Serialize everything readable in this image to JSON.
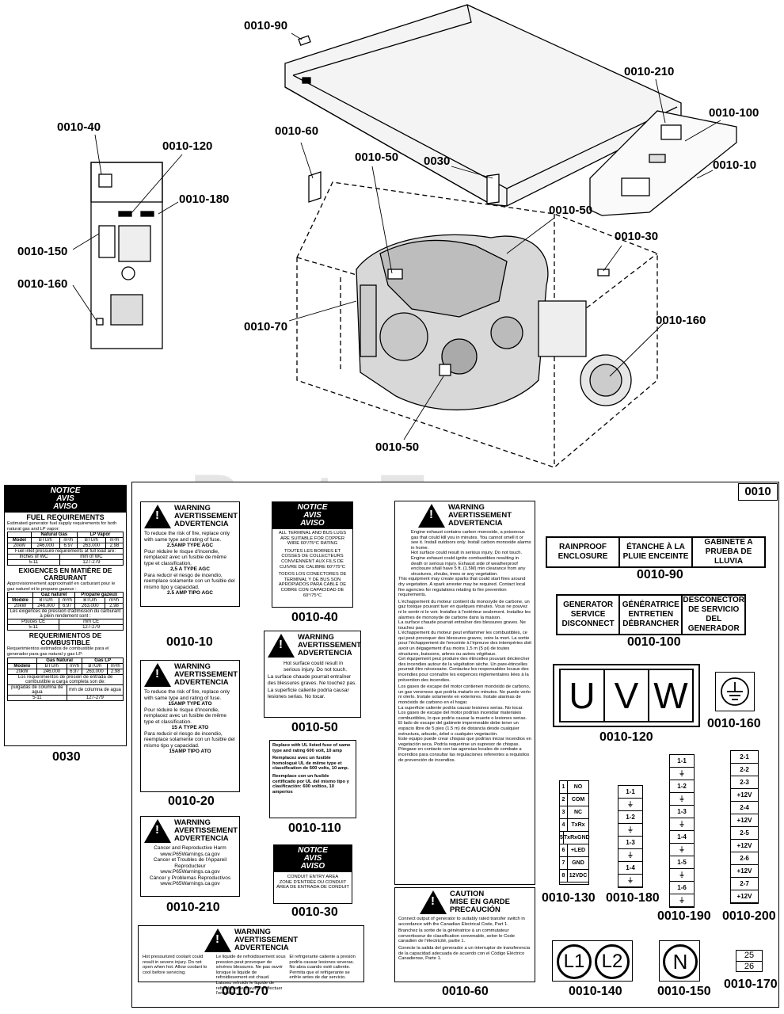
{
  "callouts": {
    "c90": "0010-90",
    "c210": "0010-210",
    "c100": "0010-100",
    "c10": "0010-10",
    "c40": "0010-40",
    "c120": "0010-120",
    "c180": "0010-180",
    "c150": "0010-150",
    "c160a": "0010-160",
    "c60": "0010-60",
    "c50a": "0010-50",
    "c030": "0030",
    "c50b": "0010-50",
    "c30": "0010-30",
    "c70": "0010-70",
    "c160b": "0010-160",
    "c50c": "0010-50"
  },
  "watermark": "PartsTree",
  "kit_number": "0010",
  "notice_fuel": {
    "notice": "NOTICE",
    "avis": "AVIS",
    "aviso": "AVISO",
    "h1": "FUEL REQUIREMENTS",
    "p1": "Estimated generator fuel supply requirements for both natural gas and LP vapor:",
    "t1_h": [
      "",
      "Natural Gas",
      "LP Vapor"
    ],
    "t1_r1": [
      "Model",
      "BTU/h",
      "m³/h",
      "BTU/h",
      "m³/h"
    ],
    "t1_r2": [
      "20kW",
      "246,000",
      "6.97",
      "263,000",
      "2.98"
    ],
    "t1_note": "Fuel inlet pressure requirements at full load are:",
    "t1_r3": [
      "Inches of WC",
      "mm of WC"
    ],
    "t1_r4": [
      "5-11",
      "127-279"
    ],
    "h2": "EXIGENCES EN MATIÈRE DE CARBURANT",
    "p2": "Approvisionnement approximatif en carburant pour le gaz naturel et le propane gazeux :",
    "t2_h": [
      "",
      "Gaz naturel",
      "Propane gazeux"
    ],
    "t2_r1": [
      "Modèle",
      "BTU/h",
      "m³/h",
      "BTU/h",
      "m³/h"
    ],
    "t2_r2": [
      "20kW",
      "246,000",
      "6.97",
      "263,000",
      "2.98"
    ],
    "t2_note": "Les exigences de pression d'admission du carburant à plein rendement sont :",
    "t2_r3": [
      "Pouces CE",
      "mm CE"
    ],
    "t2_r4": [
      "5-11",
      "127-279"
    ],
    "h3": "REQUERIMIENTOS DE COMBUSTIBLE",
    "p3": "Requerimientos estimados de combustible para el generador para gas natural y gas LP:",
    "t3_h": [
      "",
      "Gas Natural",
      "Gas LP"
    ],
    "t3_r1": [
      "Modelo",
      "BTU/h",
      "m³/h",
      "BTU/h",
      "m³/h"
    ],
    "t3_r2": [
      "20kW",
      "246,000",
      "6.97",
      "263,000",
      "2.98"
    ],
    "t3_note": "Los requerimientos de presión de entrada de combustible a carga completa son de:",
    "t3_r3": [
      "pulgadas de columna de agua",
      "mm de columna de agua"
    ],
    "t3_r4": [
      "5-11",
      "127-279"
    ],
    "caption": "0030"
  },
  "label_10": {
    "warning": "WARNING",
    "avert": "AVERTISSEMENT",
    "advert": "ADVERTENCIA",
    "en": "To reduce the risk of fire, replace only with same type and rating of fuse.",
    "en_b": "2.5AMP TYPE AGC",
    "fr": "Pour réduire le risque d'incendie, remplacez avec un fusible de même type et classification.",
    "fr_b": "2,5 A TYPE AGC",
    "es": "Para reducir el riesgo de incendio, reemplace solamente con un fusible del mismo tipo y capacidad.",
    "es_b": "2.5 AMP TIPO AGC",
    "caption": "0010-10"
  },
  "label_20": {
    "warning": "WARNING",
    "avert": "AVERTISSEMENT",
    "advert": "ADVERTENCIA",
    "en": "To reduce the risk of fire, replace only with same type and rating of fuse.",
    "en_b": "15AMP TYPE ATO",
    "fr": "Pour réduire le risque d'incendie, remplacez avec un fusible de même type et classification.",
    "fr_b": "15 A TYPE ATO",
    "es": "Para reducir el riesgo de incendio, reemplace solamente con un fusible del mismo tipo y capacidad.",
    "es_b": "15AMP TIPO ATO",
    "caption": "0010-20"
  },
  "label_210": {
    "warning": "WARNING",
    "avert": "AVERTISSEMENT",
    "advert": "ADVERTENCIA",
    "l1": "Cancer and Reproductive Harm",
    "l2": "www.P65Warnings.ca.gov",
    "l3": "Cancer et Troubles de l'Appareil Reproducteur",
    "l4": "www.P65Warnings.ca.gov",
    "l5": "Cáncer y Problemas Reproductivos",
    "l6": "www.P65Warnings.ca.gov",
    "caption": "0010-210"
  },
  "label_40": {
    "notice": "NOTICE",
    "avis": "AVIS",
    "aviso": "AVISO",
    "en": "ALL TERMINAL AND BUS LUGS ARE SUITABLE FOR COPPER WIRE 60°/75°C RATING",
    "fr": "TOUTES LES BORNES ET COSSES DE COLLECTEURS CONVIENNENT AUX FILS DE CUIVRE DE CALIBRE 60°/75°C",
    "es": "TODOS LOS CONECTORES DE TERMINAL Y DE BUS SON APROPIADOS PARA CABLE DE COBRE CON CAPACIDAD DE 60°/75°C",
    "caption": "0010-40"
  },
  "label_50": {
    "warning": "WARNING",
    "avert": "AVERTISSEMENT",
    "advert": "ADVERTENCIA",
    "en": "Hot surface could result in serious injury. Do not touch.",
    "fr": "La surface chaude pourrait entraîner des blessures graves. Ne touchez pas.",
    "es": "La superficie caliente podría causar lesiones serias. No tocar.",
    "caption": "0010-50"
  },
  "label_110": {
    "en": "Replace with UL listed fuse of same type and rating 600 volt, 10 amp",
    "fr": "Remplacez avec un fusible homologué UL de même type et classification de 600 volts, 10 amp.",
    "es": "Reemplace con un fusible certificado por UL del mismo tipo y clasificación: 600 voltios, 10 amperios",
    "caption": "0010-110"
  },
  "label_30": {
    "notice": "NOTICE",
    "avis": "AVIS",
    "aviso": "AVISO",
    "l1": "CONDUIT ENTRY AREA",
    "l2": "ZONE D'ENTRÉE DU CONDUIT",
    "l3": "ÁREA DE ENTRADA DE CONDUIT",
    "caption": "0010-30"
  },
  "label_70": {
    "warning": "WARNING",
    "avert": "AVERTISSEMENT",
    "advert": "ADVERTENCIA",
    "en": "Hot pressurized coolant could result in severe injury. Do not open when hot. Allow coolant to cool before servicing.",
    "fr": "Le liquide de refroidissement sous pression peut provoquer de sévères blessures. Ne pas ouvrir lorsque le liquide de refroidissement est chaud. Laissez refroidir le liquide de refroidissement avant d'effectuer l'entretien.",
    "es": "El refrigerante caliente a presión podría causar lesiones severas. No abra cuando esté caliente. Permita que el refrigerante se enfríe antes de dar servicio.",
    "caption": "0010-70"
  },
  "label_big": {
    "warning": "WARNING",
    "avert": "AVERTISSEMENT",
    "advert": "ADVERTENCIA",
    "p1": "Engine exhaust contains carbon monoxide, a poisonous gas that could kill you in minutes. You cannot smell it or see it. Install outdoors only. Install carbon monoxide alarms in home.",
    "p2": "Hot surface could result in serious injury. Do not touch.",
    "p3": "Engine exhaust could ignite combustibles resulting in death or serious injury. Exhaust side of weatherproof enclosure shall have 5 ft. (1.5M) min clearance from any structures, shrubs, trees or any vegetation.",
    "p4": "This equipment may create sparks that could start fires around dry vegetation. A spark arrester may be required. Contact local fire agencies for regulations relating to fire prevention requirements.",
    "p5": "L'échappement du moteur contient du monoxyde de carbone, un gaz toxique pouvant tuer en quelques minutes. Vous ne pouvez ni le sentir ni le voir. Installez à l'extérieur seulement. Installez les alarmes de monoxyde de carbone dans la maison.",
    "p6": "La surface chaude pourrait entraîner des blessures graves. Ne touchez pas.",
    "p7": "L'échappement du moteur peut enflammer les combustibles, ce qui peut provoquer des blessures graves, voire la mort. La sortie pour l'échappement de l'enceinte à l'épreuve des intempéries doit avoir un dégagement d'au moins 1,5 m (5 pi) de toutes structures, buissons, arbres ou autres végétaux.",
    "p8": "Cet équipement peut produire des étincelles pouvant déclencher des incendies autour de la végétation sèche. Un pare-étincelles pourrait être nécessaire. Contactez les responsables locaux des incendies pour connaître les exigences réglementaires liées à la prévention des incendies.",
    "p9": "Los gases de escape del motor contienen monóxido de carbono, un gas venenoso que podría matarlo en minutos. No puede verlo ni olerlo. Instale solamente en exteriores. Instale alarmas de monóxido de carbono en el hogar.",
    "p10": "La superficie caliente podría causar lesiones serias. No tocar.",
    "p11": "Los gases de escape del motor podrían incendiar materiales combustibles, lo que podría causar la muerte o lesiones serias. El lado de escape del gabinete impermeable debe tener un espacio libre de 5 pies (1.5 m) de distancia desde cualquier estructura, arbusto, árbol o cualquier vegetación.",
    "p12": "Este equipo puede crear chispas que podrían iniciar incendios en vegetación seca. Podría requerirse un supresor de chispas. Póngase en contacto con las agencias locales de combate a incendios para consultar las regulaciones referentes a requisitos de prevención de incendios."
  },
  "label_60": {
    "caution": "CAUTION",
    "garde": "MISE EN GARDE",
    "precaucion": "PRECAUCIÓN",
    "en": "Connect output of generator to suitably rated transfer switch in accordance with the Canadian Electrical Code, Part 1.",
    "fr": "Branchez la sortie de la génératrice à un commutateur convertisseur de classification convenable, selon le Code canadien de l'électricité, partie 1.",
    "es": "Conecte la salida del generador a un interruptor de transferencia de la capacidad adecuada de acuerdo con el Código Eléctrico Canadiense, Parte 1.",
    "caption": "0010-60"
  },
  "label_90": {
    "cells": [
      "RAINPROOF ENCLOSURE",
      "ÉTANCHE À LA PLUIE ENCEINTE",
      "GABINETE A PRUEBA DE LLUVIA"
    ],
    "caption": "0010-90"
  },
  "label_100": {
    "cells": [
      "GENERATOR SERVICE DISCONNECT",
      "GÉNÉRATRICE ENTRETIEN DÉBRANCHER",
      "DESCONECTOR DE SERVICIO DEL GENERADOR"
    ],
    "caption": "0010-100"
  },
  "label_120": {
    "letters": [
      "U",
      "V",
      "W"
    ],
    "caption": "0010-120"
  },
  "label_160": {
    "caption": "0010-160"
  },
  "label_130": {
    "rows": [
      [
        "1",
        "NO"
      ],
      [
        "2",
        "COM"
      ],
      [
        "3",
        "NC"
      ],
      [
        "4",
        "TxRx"
      ],
      [
        "5",
        "TxRxGND"
      ],
      [
        "6",
        "+LED"
      ],
      [
        "7",
        "GND"
      ],
      [
        "8",
        "12VDC"
      ]
    ],
    "caption": "0010-130"
  },
  "label_180": {
    "rows": [
      "1-1",
      "⏚",
      "1-2",
      "⏚",
      "1-3",
      "⏚",
      "1-4",
      "⏚"
    ],
    "caption": "0010-180"
  },
  "label_190": {
    "rows": [
      "1-1",
      "⏚",
      "1-2",
      "⏚",
      "1-3",
      "⏚",
      "1-4",
      "⏚",
      "1-5",
      "⏚",
      "1-6",
      "⏚"
    ],
    "caption": "0010-190"
  },
  "label_200": {
    "rows": [
      "2-1",
      "2-2",
      "2-3",
      "+12V",
      "2-4",
      "+12V",
      "2-5",
      "+12V",
      "2-6",
      "+12V",
      "2-7",
      "+12V"
    ],
    "caption": "0010-200"
  },
  "label_140": {
    "letters": [
      "L1",
      "L2"
    ],
    "caption": "0010-140"
  },
  "label_150": {
    "letters": [
      "N"
    ],
    "caption": "0010-150"
  },
  "label_170": {
    "a": "25",
    "b": "26",
    "caption": "0010-170"
  }
}
